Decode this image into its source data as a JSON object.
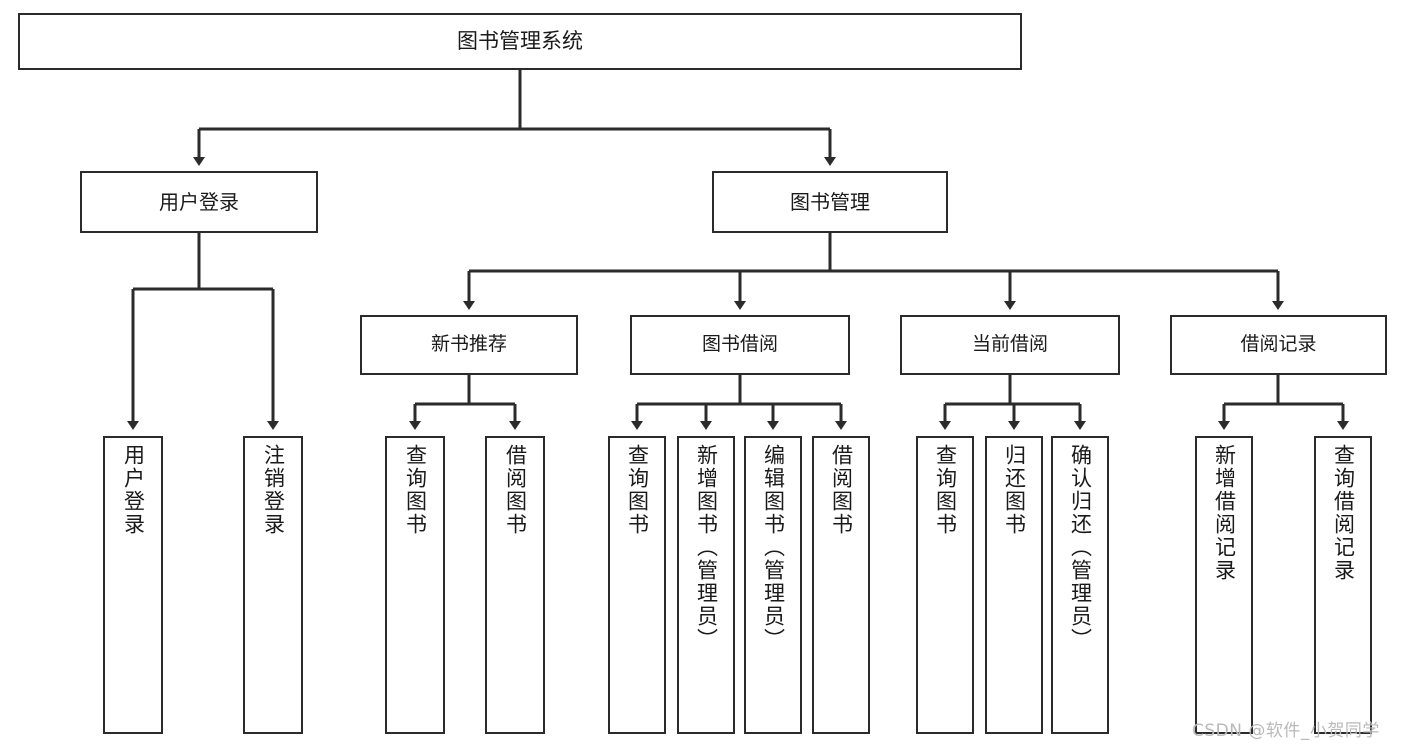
{
  "diagram": {
    "title": "图书管理系统",
    "type": "tree-hierarchy-chart",
    "root": {
      "label": "图书管理系统"
    },
    "level1": [
      {
        "label": "用户登录"
      },
      {
        "label": "图书管理"
      }
    ],
    "level2": [
      {
        "label": "新书推荐"
      },
      {
        "label": "图书借阅"
      },
      {
        "label": "当前借阅"
      },
      {
        "label": "借阅记录"
      }
    ],
    "leaves_user_login": [
      {
        "label": "用户登录"
      },
      {
        "label": "注销登录"
      }
    ],
    "leaves_new_book": [
      {
        "label": "查询图书"
      },
      {
        "label": "借阅图书"
      }
    ],
    "leaves_borrow": [
      {
        "label": "查询图书"
      },
      {
        "label": "新增图书（管理员）"
      },
      {
        "label": "编辑图书（管理员）"
      },
      {
        "label": "借阅图书"
      }
    ],
    "leaves_current": [
      {
        "label": "查询图书"
      },
      {
        "label": "归还图书"
      },
      {
        "label": "确认归还（管理员）"
      }
    ],
    "leaves_records": [
      {
        "label": "新增借阅记录"
      },
      {
        "label": "查询借阅记录"
      }
    ]
  },
  "watermark": {
    "text": "CSDN @软件_小贺同学"
  },
  "colors": {
    "stroke": "#2b2b2b",
    "background": "#ffffff",
    "text": "#1a1a1a",
    "watermark": "#b9b9b9"
  }
}
